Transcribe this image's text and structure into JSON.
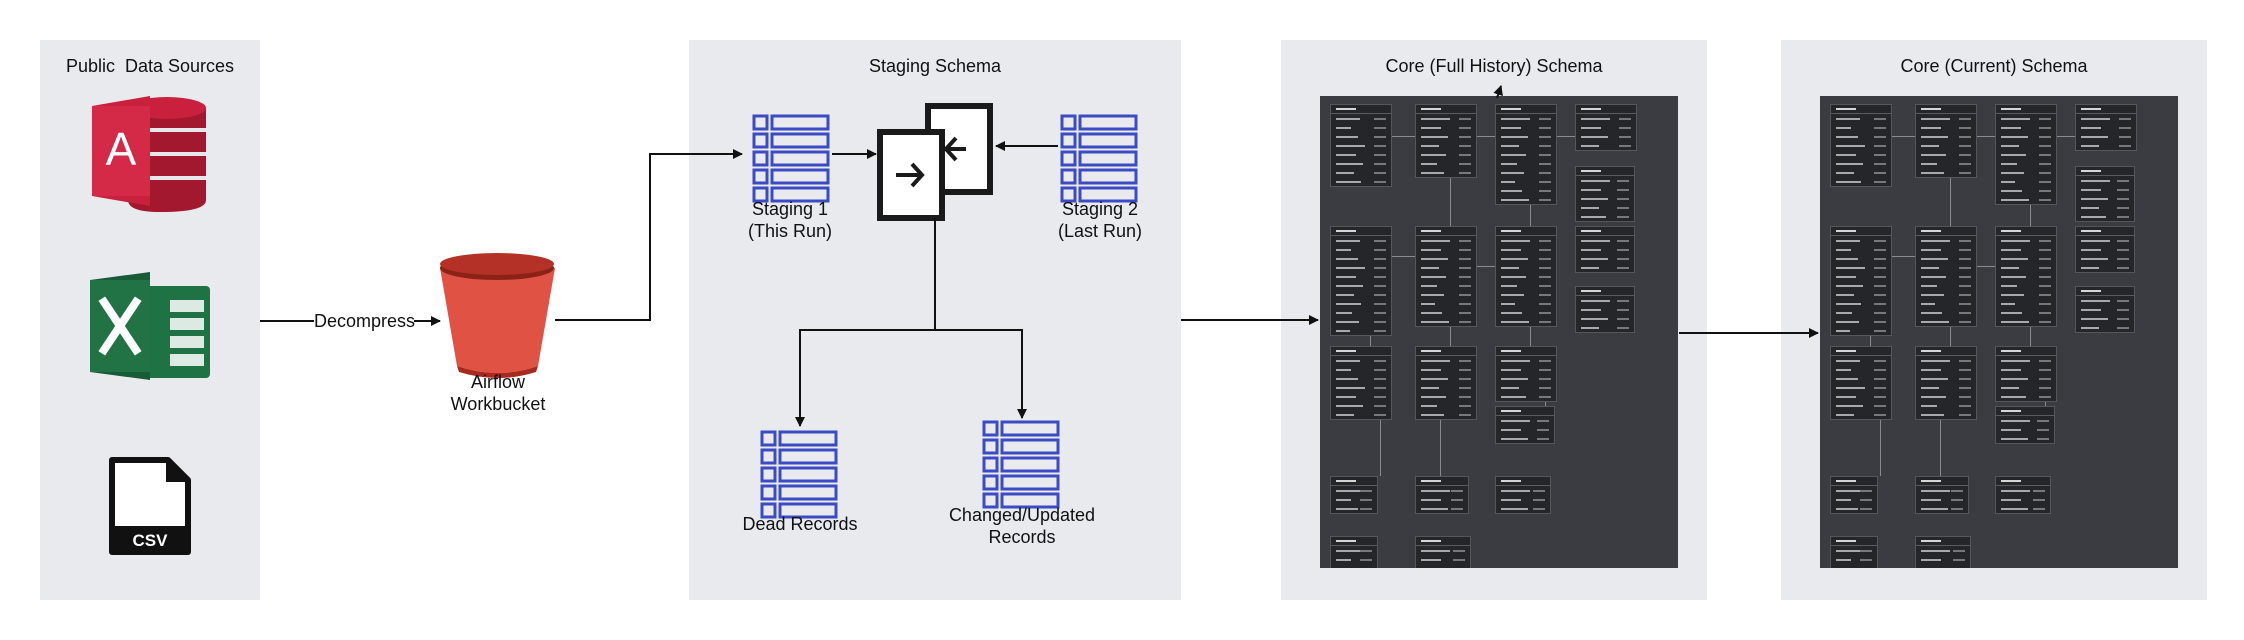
{
  "panels": {
    "sources": "Public  Data Sources",
    "staging": "Staging Schema",
    "core_history": "Core (Full History) Schema",
    "core_current": "Core (Current) Schema"
  },
  "labels": {
    "decompress": "Decompress",
    "airflow": [
      "Airflow",
      "Workbucket"
    ],
    "staging1": [
      "Staging 1",
      "(This Run)"
    ],
    "staging2": [
      "Staging 2",
      "(Last Run)"
    ],
    "dead": "Dead Records",
    "changed": [
      "Changed/Updated",
      "Records"
    ]
  },
  "icons": {
    "access_letter": "A",
    "csv_badge": "CSV"
  },
  "colors": {
    "panel": "#e9eaee",
    "access": "#c8203d",
    "excel": "#1f7244",
    "bucket": "#e05243",
    "staging_table": "#3b4bc4",
    "erd_bg": "#3b3c41"
  }
}
